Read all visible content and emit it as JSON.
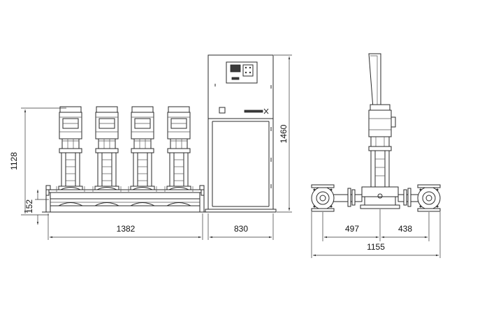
{
  "dimensions": {
    "pump_height": "1128",
    "inlet_height": "152",
    "front_width": "1382",
    "cabinet_width": "830",
    "cabinet_height": "1460",
    "side_inlet": "497",
    "side_outlet": "438",
    "side_total": "1155"
  },
  "pump_count": 4
}
